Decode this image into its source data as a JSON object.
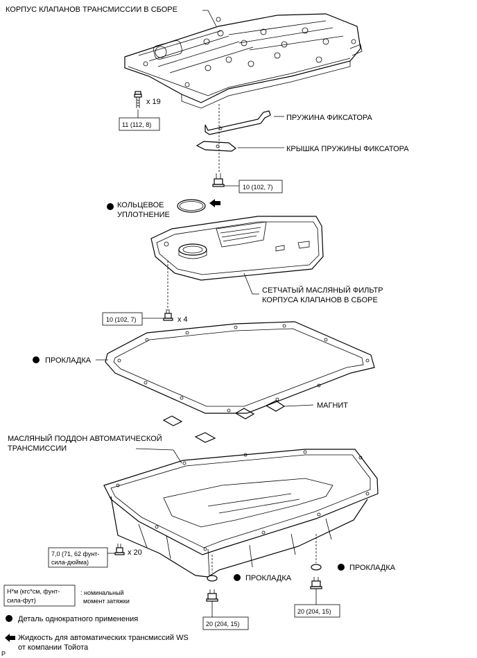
{
  "labels": {
    "valve_body": "КОРПУС КЛАПАНОВ ТРАНСМИССИИ В СБОРЕ",
    "detent_spring": "ПРУЖИНА ФИКСАТОРА",
    "detent_spring_cover": "КРЫШКА ПРУЖИНЫ ФИКСАТОРА",
    "o_ring_line1": "КОЛЬЦЕВОЕ",
    "o_ring_line2": "УПЛОТНЕНИЕ",
    "strainer_line1": "СЕТЧАТЫЙ МАСЛЯНЫЙ ФИЛЬТР",
    "strainer_line2": "КОРПУСА КЛАПАНОВ В СБОРЕ",
    "gasket_pan": "ПРОКЛАДКА",
    "magnet": "МАГНИТ",
    "oil_pan_line1": "МАСЛЯНЫЙ ПОДДОН АВТОМАТИЧЕСКОЙ",
    "oil_pan_line2": "ТРАНСМИССИИ",
    "gasket_plug_1": "ПРОКЛАДКА",
    "gasket_plug_2": "ПРОКЛАДКА",
    "page_code": "P"
  },
  "torques": {
    "vb_bolt": "11 (112, 8)",
    "cover_bolt": "10 (102, 7)",
    "strainer_bolt": "10 (102, 7)",
    "pan_bolt_line1": "7,0 (71, 62 фунт-",
    "pan_bolt_line2": "сила-дюйма)",
    "plug_1": "20 (204, 15)",
    "plug_2": "20 (204, 15)"
  },
  "quantities": {
    "vb_bolt": "x 19",
    "strainer_bolt": "x 4",
    "pan_bolt": "x 20"
  },
  "legend": {
    "unit_line1": "Н*м (кгс*см, фунт-",
    "unit_line2": "сила-фут)",
    "unit_desc_line1": ": номинальный",
    "unit_desc_line2": "момент затяжки",
    "non_reusable": "Деталь однократного применения",
    "fluid_line1": "Жидкость для автоматических трансмиссий WS",
    "fluid_line2": "от компании Тойота"
  }
}
